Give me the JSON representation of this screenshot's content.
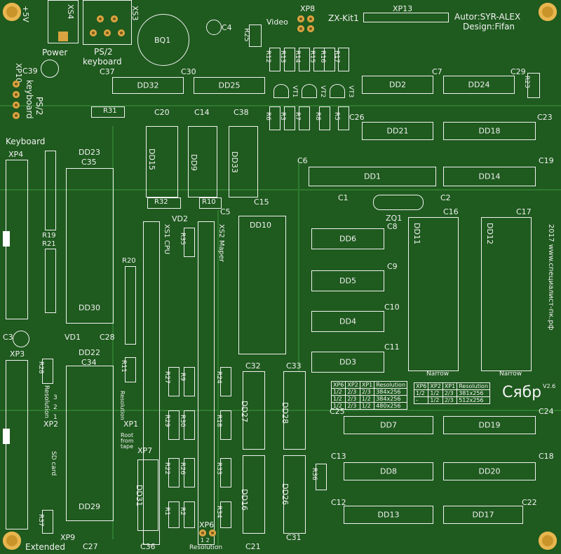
{
  "board": {
    "colors": {
      "board": "#1f5a1f",
      "silk": "#f2f2f2",
      "pad": "#d9a441",
      "trace": "#2e7a2e"
    },
    "title": "Сябр",
    "version": "V2.6",
    "author": "Autor:SYR-ALEX",
    "design": "Design:Fifan",
    "kit": "ZX-Kit1",
    "site": "2017 www.специалист-пк.рф"
  },
  "labels": {
    "plus5v": "+5V",
    "xs4": "XS4",
    "xs3": "XS3",
    "bq1": "BQ1",
    "c4": "C4",
    "r25": "R25",
    "video": "Video",
    "xp8": "XP8",
    "xp13": "XP13",
    "power": "Power",
    "ps2": "PS/2",
    "keyboard": "keyboard",
    "xp10": "XP10",
    "ps2kb": "PS/2 keyboard",
    "c39": "C39",
    "c37": "C37",
    "c30": "C30",
    "c7": "C7",
    "c29": "C29",
    "r23": "R23",
    "dd32": "DD32",
    "dd25": "DD25",
    "dd2": "DD2",
    "dd24": "DD24",
    "r12": "R12",
    "r13": "R13",
    "r14": "R14",
    "r15": "R15",
    "r16": "R16",
    "r17": "R17",
    "vt1": "VT1",
    "vt2": "VT2",
    "vt3": "VT3",
    "r31": "R31",
    "c20": "C20",
    "c14": "C14",
    "c38": "C38",
    "r6": "R6",
    "r3": "R3",
    "r7": "R7",
    "r8": "R8",
    "r5": "R5",
    "c26": "C26",
    "c23": "C23",
    "dd21": "DD21",
    "dd18": "DD18",
    "keyboard_hdr": "Keyboard",
    "xp4": "XP4",
    "dd23": "DD23",
    "c35": "C35",
    "dd15": "DD15",
    "dd9": "DD9",
    "dd33": "DD33",
    "c6": "C6",
    "c19": "C19",
    "dd1": "DD1",
    "dd14": "DD14",
    "c1": "C1",
    "c2": "C2",
    "r32": "R32",
    "r10": "R10",
    "c5": "C5",
    "c15": "C15",
    "vd2": "VD2",
    "zq1": "ZQ1",
    "c16": "C16",
    "c17": "C17",
    "xs1": "XS1 CPU",
    "xs2": "XS2 Maper",
    "dd10": "DD10",
    "c8": "C8",
    "dd11": "DD11",
    "dd12": "DD12",
    "r19": "R19",
    "r21": "R21",
    "r35": "R35",
    "dd6": "DD6",
    "dd5": "DD5",
    "dd4": "DD4",
    "dd3": "DD3",
    "c9": "C9",
    "c10": "C10",
    "c11": "C11",
    "r20": "R20",
    "dd30": "DD30",
    "c3": "C3",
    "vd1": "VD1",
    "c28": "C28",
    "narrow": "Narrow",
    "xp3": "XP3",
    "dd22": "DD22",
    "c34": "C34",
    "r28": "R28",
    "r11": "R11",
    "r27": "R27",
    "r9": "R9",
    "c32": "C32",
    "c33": "C33",
    "r24": "R24",
    "dd27": "DD27",
    "dd28": "DD28",
    "resolution": "Resolution",
    "c25": "C25",
    "c24": "C24",
    "dd7": "DD7",
    "dd19": "DD19",
    "xp2": "XP2",
    "sdcard": "SD card",
    "xp1": "XP1",
    "r29": "R29",
    "r30": "R30",
    "r18": "R18",
    "root": "Root from tape",
    "xp7": "XP7",
    "c13": "C13",
    "c18": "C18",
    "dd8": "DD8",
    "dd20": "DD20",
    "r22": "R22",
    "r26": "R26",
    "r33": "R33",
    "r36": "R36",
    "dd29": "DD29",
    "dd31": "DD31",
    "dd16": "DD16",
    "dd26": "DD26",
    "c12": "C12",
    "c22": "C22",
    "dd13": "DD13",
    "dd17": "DD17",
    "r1": "R1",
    "r2": "R2",
    "r34": "R34",
    "r37": "R37",
    "xp9": "XP9",
    "extended": "Extended",
    "c27": "C27",
    "c36": "C36",
    "xp6": "XP6",
    "xp6_pins": "1 2",
    "c21": "C21",
    "c31": "C31",
    "pin3": "3",
    "pin2": "2",
    "pin1": "1"
  },
  "resolution_table_left": {
    "headers": [
      "XP6",
      "XP2",
      "XP1",
      "Resolution"
    ],
    "rows": [
      [
        "1/2",
        "2/3",
        "2/3",
        "384x256"
      ],
      [
        "1/2",
        "2/3",
        "1/2",
        "384x256"
      ],
      [
        "1/2",
        "2/3",
        "1/2",
        "480x256"
      ]
    ]
  },
  "resolution_table_right": {
    "headers": [
      "XP6",
      "XP2",
      "XP1",
      "Resolution"
    ],
    "rows": [
      [
        "1/2",
        "1/2",
        "2/3",
        "381x256"
      ],
      [
        "-",
        "1/2",
        "2/3",
        "512x256"
      ]
    ]
  }
}
